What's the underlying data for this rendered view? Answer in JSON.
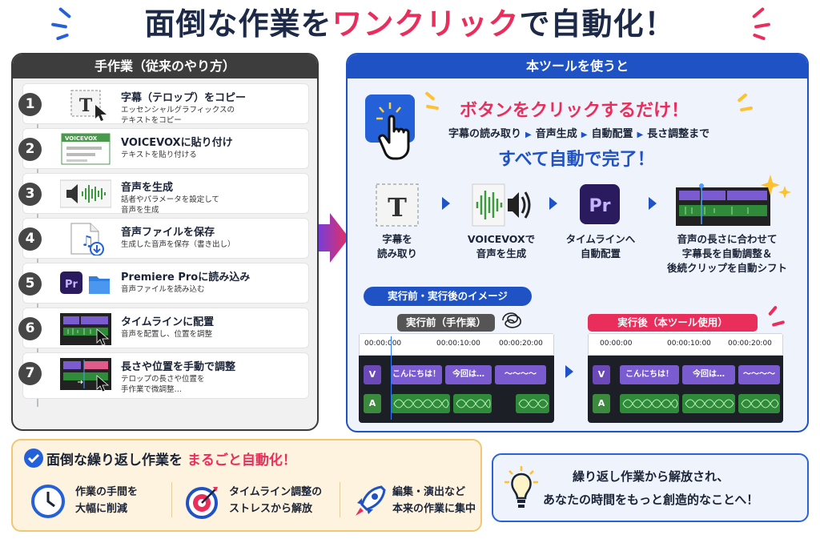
{
  "title": {
    "part1": "面倒な作業を",
    "highlight": "ワンクリック",
    "part2": "で自動化！"
  },
  "colors": {
    "accent_red": "#ea2e5c",
    "brand_blue": "#1f52c4",
    "dark": "#3d3d3d",
    "premiere_purple": "#2a1a5e",
    "audio_green": "#3c8a3e"
  },
  "manual": {
    "header": "手作業（従来のやり方）",
    "steps": [
      {
        "num": "1",
        "title": "字幕（テロップ）をコピー",
        "desc1": "エッセンシャルグラフィックスの",
        "desc2": "テキストをコピー",
        "icon": "text-select-icon"
      },
      {
        "num": "2",
        "title": "VOICEVOXに貼り付け",
        "desc1": "テキストを貼り付ける",
        "desc2": "",
        "icon": "voicevox-window-icon",
        "icon_label": "VOICEVOX"
      },
      {
        "num": "3",
        "title": "音声を生成",
        "desc1": "話者やパラメータを設定して",
        "desc2": "音声を生成",
        "icon": "speaker-waveform-icon"
      },
      {
        "num": "4",
        "title": "音声ファイルを保存",
        "desc1": "生成した音声を保存（書き出し）",
        "desc2": "",
        "icon": "audio-file-save-icon"
      },
      {
        "num": "5",
        "title": "Premiere Proに読み込み",
        "desc1": "音声ファイルを読み込む",
        "desc2": "",
        "icon": "premiere-folder-icon",
        "icon_label": "Pr"
      },
      {
        "num": "6",
        "title": "タイムラインに配置",
        "desc1": "音声を配置し、位置を調整",
        "desc2": "",
        "icon": "timeline-place-icon"
      },
      {
        "num": "7",
        "title": "長さや位置を手動で調整",
        "desc1": "テロップの長さや位置を",
        "desc2": "手作業で微調整…",
        "icon": "timeline-adjust-icon"
      }
    ]
  },
  "tool": {
    "header": "本ツールを使うと",
    "headline": "ボタンをクリックするだけ！",
    "flow": [
      "字幕の読み取り",
      "音声生成",
      "自動配置",
      "長さ調整まで"
    ],
    "flow_sep": "▶",
    "subline": "すべて自動で完了！",
    "features": [
      {
        "line1": "字幕を",
        "line2": "読み取り",
        "icon": "text-icon"
      },
      {
        "line1": "VOICEVOXで",
        "line2": "音声を生成",
        "icon": "voice-generate-icon"
      },
      {
        "line1": "タイムラインへ",
        "line2": "自動配置",
        "icon": "premiere-icon",
        "icon_label": "Pr"
      },
      {
        "line1": "音声の長さに合わせて",
        "line2": "字幕長を自動調整＆",
        "line3": "後続クリップを自動シフト",
        "icon": "timeline-auto-icon"
      }
    ],
    "comparison_tag": "実行前・実行後のイメージ",
    "before": {
      "label": "実行前（手作業）",
      "ticks": [
        "00:00:000",
        "00:00:10:00",
        "00:00:20:00"
      ],
      "v_track": "V",
      "a_track": "A",
      "clips": [
        "こんにちは！",
        "今回は…",
        "～～～～"
      ]
    },
    "after": {
      "label": "実行後（本ツール使用）",
      "ticks": [
        "00:00:00",
        "00:00:10:00",
        "00:00:20:00"
      ],
      "v_track": "V",
      "a_track": "A",
      "clips": [
        "こんにちは！",
        "今回は…",
        "～～～～"
      ]
    }
  },
  "bottom": {
    "heading_part1": "面倒な繰り返し作業を",
    "heading_highlight": "まるごと自動化！",
    "benefits": [
      {
        "line1": "作業の手間を",
        "line2": "大幅に削減",
        "icon": "clock-icon"
      },
      {
        "line1": "タイムライン調整の",
        "line2": "ストレスから解放",
        "icon": "target-icon"
      },
      {
        "line1": "編集・演出など",
        "line2": "本来の作業に集中",
        "icon": "rocket-icon"
      }
    ],
    "message_line1": "繰り返し作業から解放され、",
    "message_line2": "あなたの時間をもっと創造的なことへ！"
  }
}
